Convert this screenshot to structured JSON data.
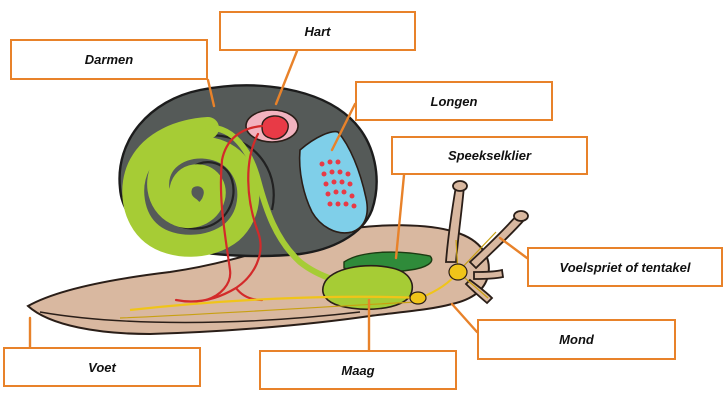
{
  "labels": {
    "hart": "Hart",
    "darmen": "Darmen",
    "longen": "Longen",
    "speekselklier": "Speekselklier",
    "voelspriet": "Voelspriet of tentakel",
    "mond": "Mond",
    "voet": "Voet",
    "maag": "Maag"
  },
  "colors": {
    "label_border": "#e8822a",
    "leader_line": "#e8822a",
    "body": "#d9b8a0",
    "shell": "#555a58",
    "intestine": "#a6cc35",
    "heart": "#e83a46",
    "lung": "#7fcfe9",
    "salivary_gland": "#2f8b3a",
    "nerve": "#f0c419"
  }
}
